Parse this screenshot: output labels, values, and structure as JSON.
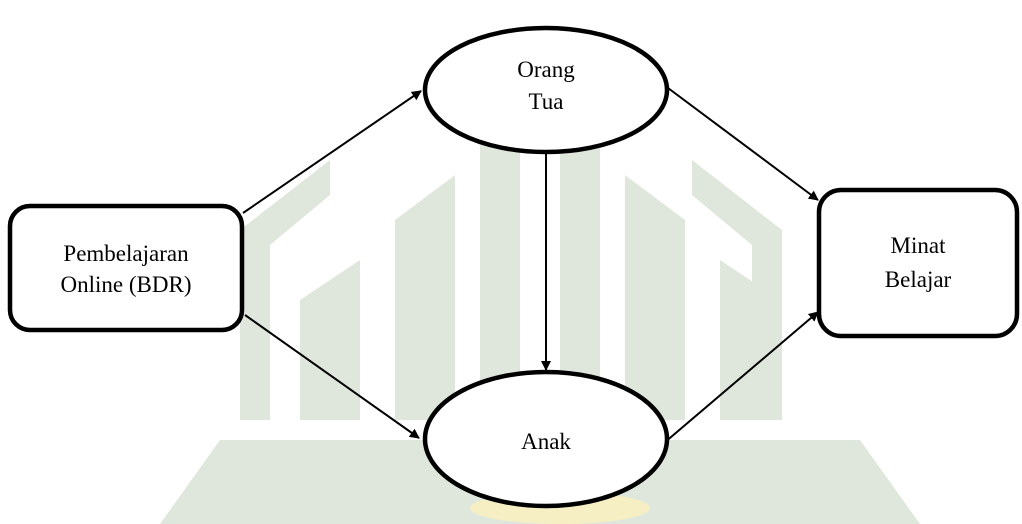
{
  "diagram": {
    "nodes": {
      "pembelajaran": {
        "lines": [
          "Pembelajaran",
          "Online (BDR)"
        ]
      },
      "orang_tua": {
        "lines": [
          "Orang",
          "Tua"
        ]
      },
      "anak": {
        "lines": [
          "Anak"
        ]
      },
      "minat": {
        "lines": [
          "Minat",
          "Belajar"
        ]
      }
    },
    "edges": [
      {
        "from": "Pembelajaran Online (BDR)",
        "to": "Orang Tua"
      },
      {
        "from": "Pembelajaran Online (BDR)",
        "to": "Anak"
      },
      {
        "from": "Orang Tua",
        "to": "Anak"
      },
      {
        "from": "Orang Tua",
        "to": "Minat Belajar"
      },
      {
        "from": "Anak",
        "to": "Minat Belajar"
      }
    ]
  },
  "colors": {
    "stroke": "#000000",
    "watermark_green": "#dfe7dc",
    "watermark_gold": "#f6efc4"
  }
}
